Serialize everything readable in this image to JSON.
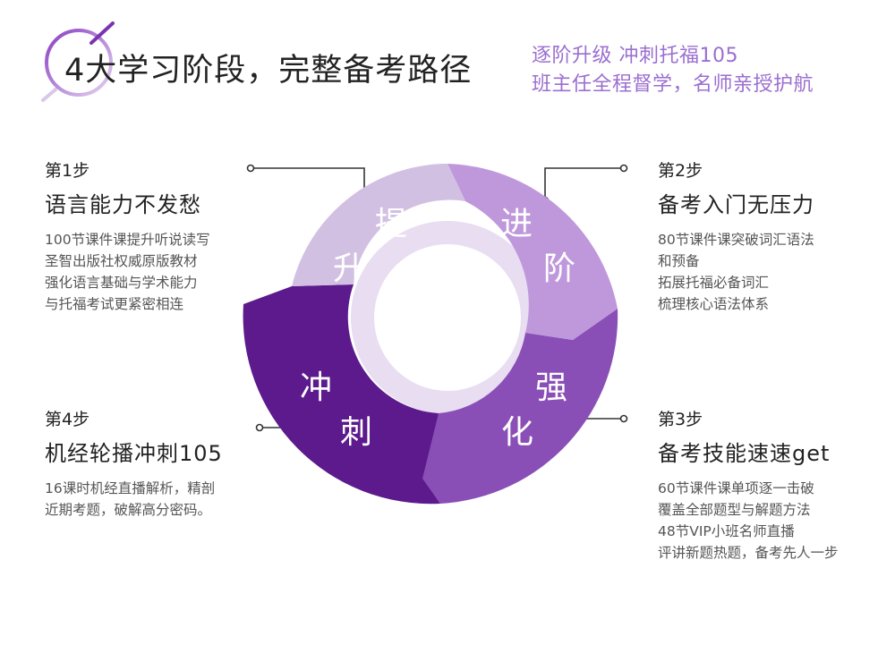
{
  "header": {
    "title": "4大学习阶段，完整备考路径",
    "subtitle_line1": "逐阶升级 冲刺托福105",
    "subtitle_line2": "班主任全程督学，名师亲授护航"
  },
  "colors": {
    "stage1": "#d2c0e2",
    "stage2": "#bf98dc",
    "stage3": "#8a4fb6",
    "stage4": "#5c1a8c",
    "inner_ring": "#e8ddf1",
    "subtitle": "#9b6fd0"
  },
  "ring": {
    "stage1": {
      "char1": "提",
      "char2": "升"
    },
    "stage2": {
      "char1": "进",
      "char2": "阶"
    },
    "stage3": {
      "char1": "强",
      "char2": "化"
    },
    "stage4": {
      "char1": "冲",
      "char2": "刺"
    }
  },
  "steps": [
    {
      "num": "第1步",
      "title": "语言能力不发愁",
      "lines": [
        "100节课件课提升听说读写",
        "圣智出版社权威原版教材",
        "强化语言基础与学术能力",
        "与托福考试更紧密相连"
      ]
    },
    {
      "num": "第2步",
      "title": "备考入门无压力",
      "lines": [
        "80节课件课突破词汇语法",
        "和预备",
        "拓展托福必备词汇",
        "梳理核心语法体系"
      ]
    },
    {
      "num": "第3步",
      "title": "备考技能速速get",
      "lines": [
        "60节课件课单项逐一击破",
        "覆盖全部题型与解题方法",
        "48节VIP小班名师直播",
        "评讲新题热题，备考先人一步"
      ]
    },
    {
      "num": "第4步",
      "title": "机经轮播冲刺105",
      "lines": [
        "16课时机经直播解析，精剖",
        "近期考题，破解高分密码。"
      ]
    }
  ]
}
